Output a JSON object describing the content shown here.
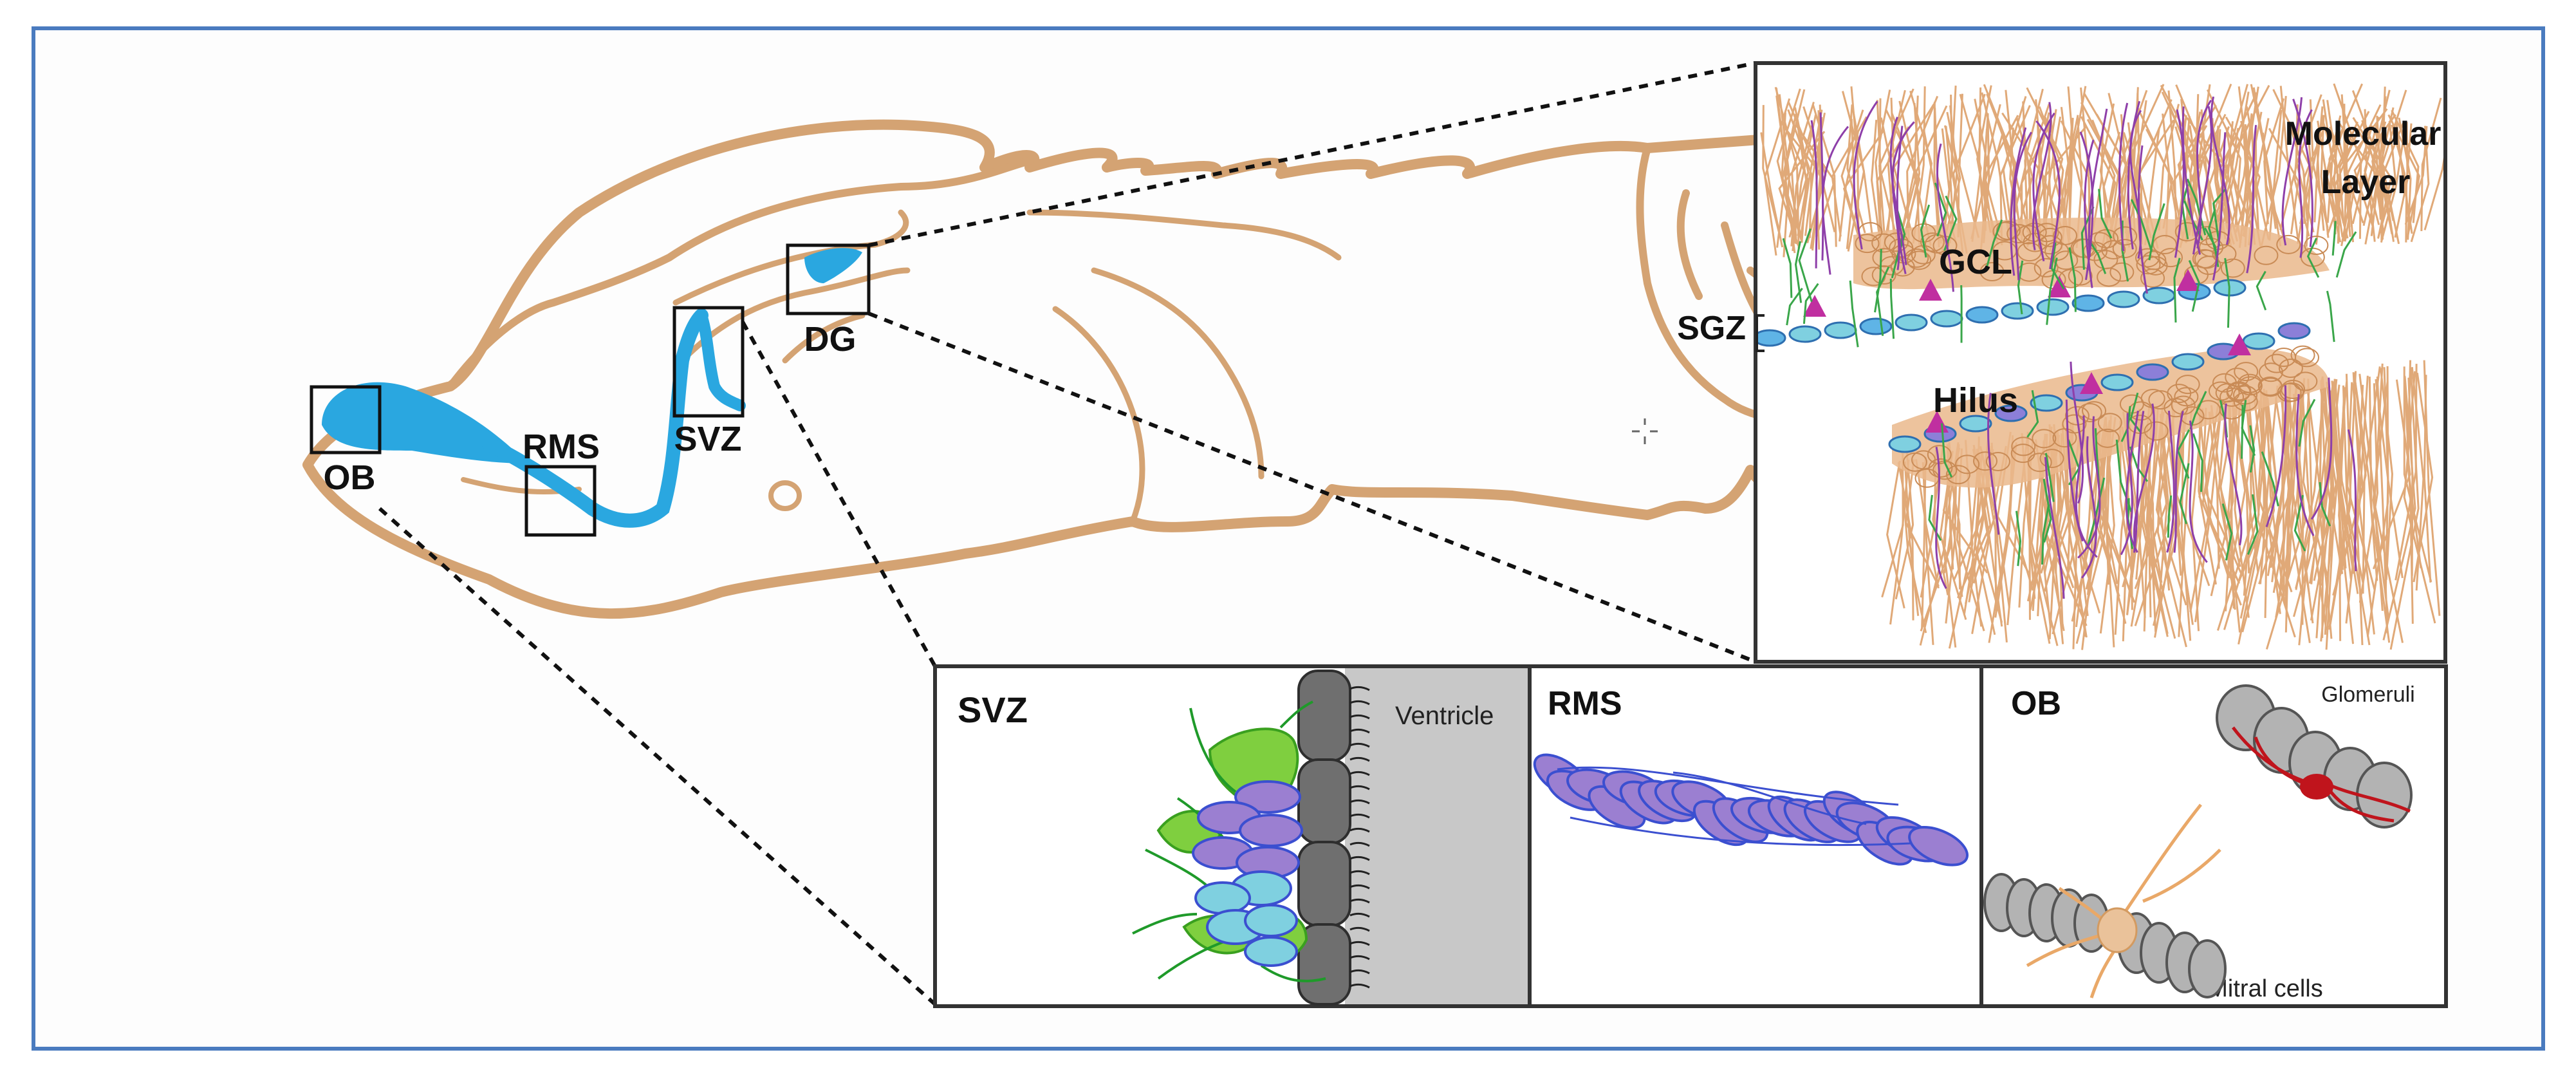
{
  "brain": {
    "labels": {
      "ob": "OB",
      "rms": "RMS",
      "svz": "SVZ",
      "dg": "DG"
    }
  },
  "dentate": {
    "molecular_layer_line1": "Molecular",
    "molecular_layer_line2": "Layer",
    "gcl": "GCL",
    "sgz": "SGZ",
    "hilus": "Hilus"
  },
  "panels": {
    "svz": {
      "title": "SVZ",
      "ventricle": "Ventricle"
    },
    "rms": {
      "title": "RMS"
    },
    "ob": {
      "title": "OB",
      "glomeruli": "Glomeruli",
      "mitral": "Mitral cells"
    }
  },
  "colors": {
    "frame": "#4a7bbf",
    "brain_outline": "#d4a373",
    "migratory_stream": "#2aa7e0",
    "neuroblast_purple": "#9b7fd1",
    "neuroblast_outline": "#3b4fd0",
    "progenitor_cyan": "#7fd0e0",
    "astrocyte_green": "#7fcf3f",
    "ependymal_gray": "#6f6f6f",
    "glomerulus_gray": "#b3b3b3",
    "mitral_red": "#c0141c",
    "granule_tan": "#e9b98a"
  }
}
